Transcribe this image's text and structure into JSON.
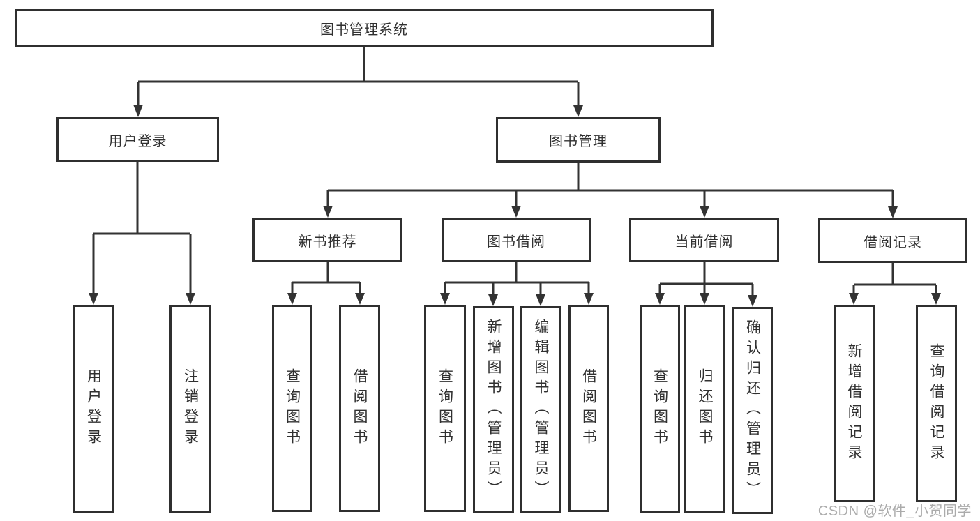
{
  "diagram": {
    "root": {
      "label": "图书管理系统"
    },
    "children": [
      {
        "label": "用户登录",
        "children": [
          {
            "label": "用户登录"
          },
          {
            "label": "注销登录"
          }
        ]
      },
      {
        "label": "图书管理",
        "children": [
          {
            "label": "新书推荐",
            "children": [
              {
                "label": "查询图书"
              },
              {
                "label": "借阅图书"
              }
            ]
          },
          {
            "label": "图书借阅",
            "children": [
              {
                "label": "查询图书"
              },
              {
                "label": "新增图书（管理员）"
              },
              {
                "label": "编辑图书（管理员）"
              },
              {
                "label": "借阅图书"
              }
            ]
          },
          {
            "label": "当前借阅",
            "children": [
              {
                "label": "查询图书"
              },
              {
                "label": "归还图书"
              },
              {
                "label": "确认归还（管理员）"
              }
            ]
          },
          {
            "label": "借阅记录",
            "children": [
              {
                "label": "新增借阅记录"
              },
              {
                "label": "查询借阅记录"
              }
            ]
          }
        ]
      }
    ]
  },
  "watermark": {
    "text": "CSDN @软件_小贺同学"
  },
  "colors": {
    "line": "#333333",
    "border": "#2f2f2f",
    "text": "#303030",
    "watermark": "#ababab",
    "background": "#ffffff"
  }
}
